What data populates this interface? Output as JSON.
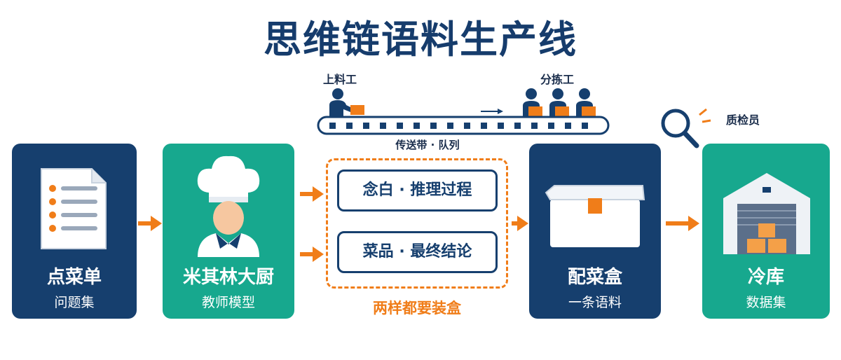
{
  "title": "思维链语料生产线",
  "conveyor": {
    "loader_label": "上料工",
    "sorter_label": "分拣工",
    "belt_label": "传送带 · 队列",
    "inspector_label": "质检员"
  },
  "cards": [
    {
      "title": "点菜单",
      "subtitle": "问题集",
      "icon": "document-icon",
      "color": "#163f6e"
    },
    {
      "title": "米其林大厨",
      "subtitle": "教师模型",
      "icon": "chef-icon",
      "color": "#17a88e"
    },
    {
      "title": "配菜盒",
      "subtitle": "一条语料",
      "icon": "box-icon",
      "color": "#163f6e"
    },
    {
      "title": "冷库",
      "subtitle": "数据集",
      "icon": "warehouse-icon",
      "color": "#17a88e"
    }
  ],
  "middle": {
    "item1": "念白 · 推理过程",
    "item2": "菜品 · 最终结论",
    "caption": "两样都要装盒"
  },
  "colors": {
    "navy": "#163f6e",
    "teal": "#17a88e",
    "orange": "#f07d19"
  }
}
